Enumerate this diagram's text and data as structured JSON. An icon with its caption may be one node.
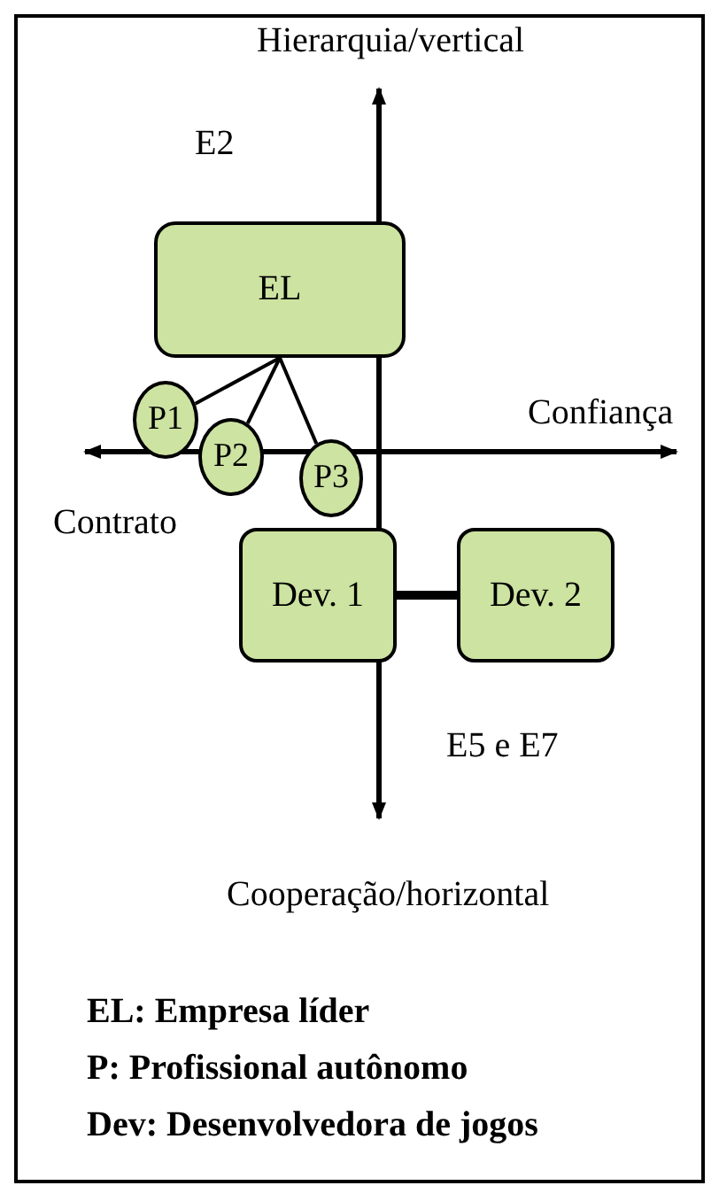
{
  "diagram": {
    "nodes": [
      {
        "text": [
          "EL"
        ]
      },
      {
        "text": [
          "P1"
        ]
      },
      {
        "text": [
          "P2"
        ]
      },
      {
        "text": [
          "P3"
        ]
      },
      {
        "text": [
          "Dev. 1"
        ]
      },
      {
        "text": [
          "Dev. 2"
        ]
      }
    ],
    "edges": [
      {
        "from": 0,
        "to": 1,
        "arrow": "none"
      },
      {
        "from": 0,
        "to": 2,
        "arrow": "none"
      },
      {
        "from": 0,
        "to": 3,
        "arrow": "none"
      },
      {
        "from": 4,
        "to": 5,
        "arrow": "none",
        "style": "thick"
      }
    ],
    "labels": [
      "Hierarquia/vertical",
      "E2",
      "Confiança",
      "Contrato",
      "E5 e E7",
      "Cooperação/horizontal",
      "EL: Empresa líder",
      "P: Profissional autônomo",
      "Dev: Desenvolvedora de jogos"
    ]
  }
}
